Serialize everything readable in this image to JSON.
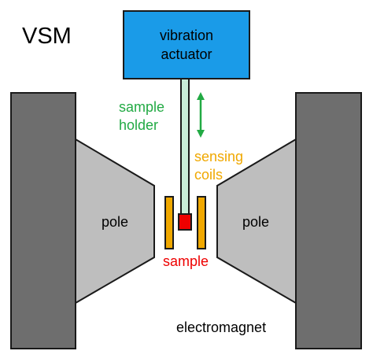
{
  "title": "VSM",
  "actuator": {
    "label_line1": "vibration",
    "label_line2": "actuator",
    "fill": "#1a9be8"
  },
  "sample_holder": {
    "label_line1": "sample",
    "label_line2": "holder",
    "label_color": "#22aa44",
    "fill": "#c8ecd8"
  },
  "sensing_coils": {
    "label_line1": "sensing",
    "label_line2": "coils",
    "color": "#f0a800"
  },
  "sample": {
    "label": "sample",
    "color": "#ee0000"
  },
  "poles": {
    "left_label": "pole",
    "right_label": "pole",
    "fill": "#bebebe"
  },
  "electromagnet": {
    "label": "electromagnet",
    "fill": "#6e6e6e"
  },
  "arrow": {
    "color": "#22aa44",
    "icon": "double-headed-vertical-arrow"
  }
}
